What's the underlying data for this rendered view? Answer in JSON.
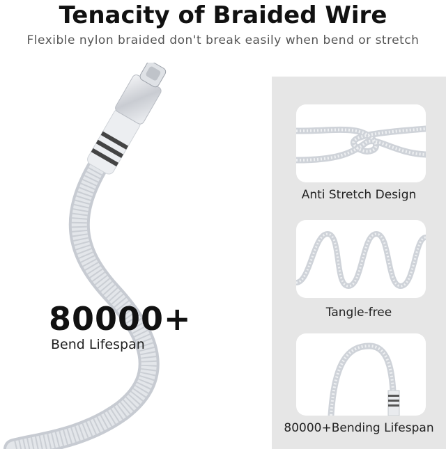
{
  "header": {
    "title": "Tenacity of Braided Wire",
    "subtitle": "Flexible nylon braided don't break easily when bend or stretch"
  },
  "stat": {
    "number": "80000+",
    "label": "Bend Lifespan"
  },
  "features": [
    {
      "label": "Anti Stretch Design",
      "icon": "knotted-cable"
    },
    {
      "label": "Tangle-free",
      "icon": "coiled-cable"
    },
    {
      "label": "80000+Bending Lifespan",
      "icon": "bent-cable"
    }
  ],
  "colors": {
    "panel": "#e6e6e6",
    "cable": "#d4d8de",
    "text": "#111111"
  }
}
